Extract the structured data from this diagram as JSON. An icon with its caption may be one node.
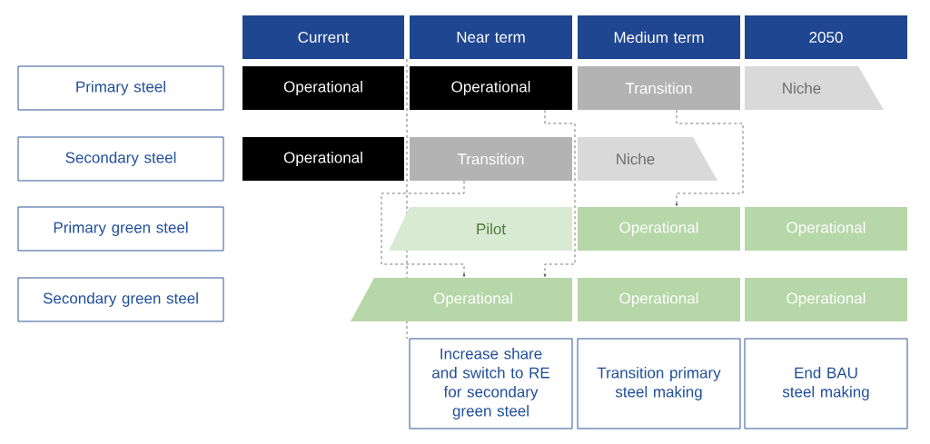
{
  "diagram": {
    "nodes": [
      {
        "text": [
          "Current"
        ]
      },
      {
        "text": [
          "Near term"
        ]
      },
      {
        "text": [
          "Medium term"
        ]
      },
      {
        "text": [
          "2050"
        ]
      },
      {
        "text": [
          "Primary steel"
        ]
      },
      {
        "text": [
          "Operational"
        ]
      },
      {
        "text": [
          "Operational"
        ]
      },
      {
        "text": [
          "Transition"
        ]
      },
      {
        "text": [
          "Niche"
        ]
      },
      {
        "text": [
          "Secondary steel"
        ]
      },
      {
        "text": [
          "Operational"
        ]
      },
      {
        "text": [
          "Transition"
        ]
      },
      {
        "text": [
          "Niche"
        ]
      },
      {
        "text": [
          "Primary green steel"
        ]
      },
      {
        "text": [
          "Pilot"
        ]
      },
      {
        "text": [
          "Operational"
        ]
      },
      {
        "text": [
          "Operational"
        ]
      },
      {
        "text": [
          "Secondary green steel"
        ]
      },
      {
        "text": [
          "Operational"
        ]
      },
      {
        "text": [
          "Operational"
        ]
      },
      {
        "text": [
          "Operational"
        ]
      },
      {
        "text": [
          "Increase share and switch to RE for secondary green steel"
        ]
      },
      {
        "text": [
          "Transition primary steel making"
        ]
      },
      {
        "text": [
          "End BAU steel making"
        ]
      }
    ],
    "edges": [
      {
        "from": 6,
        "to": 18,
        "arrow": "to",
        "style": "dashed"
      },
      {
        "from": 11,
        "to": 18,
        "arrow": "to",
        "style": "dashed"
      },
      {
        "from": 7,
        "to": 15,
        "arrow": "to",
        "style": "dashed"
      }
    ]
  }
}
